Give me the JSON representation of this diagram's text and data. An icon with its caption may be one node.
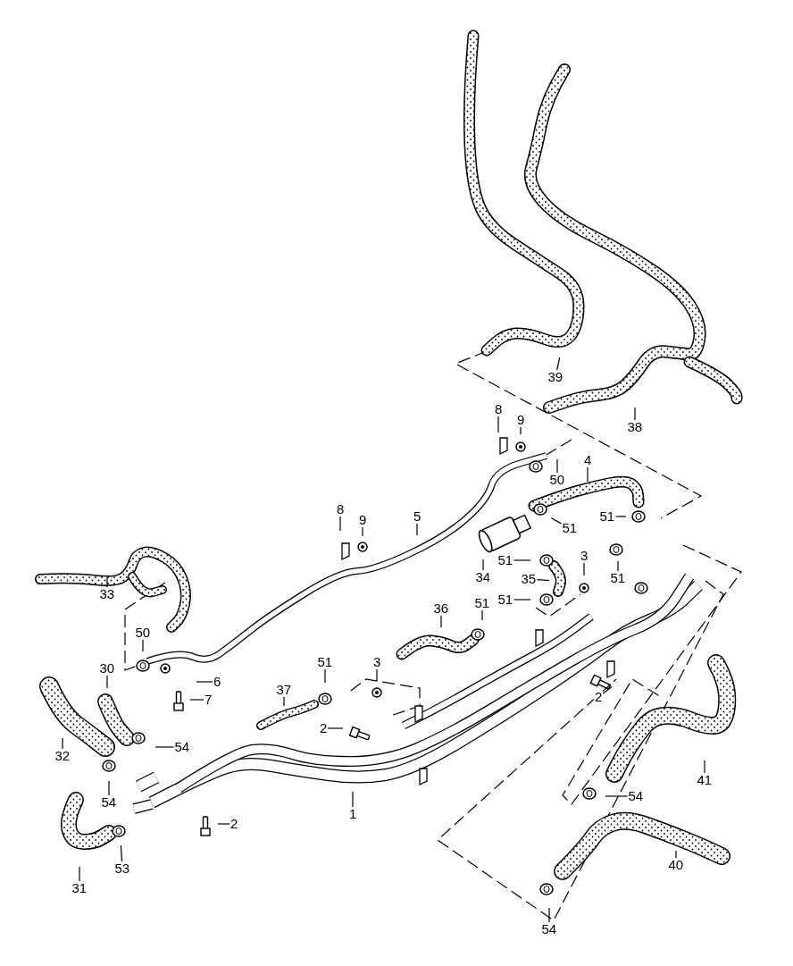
{
  "diagram": {
    "nodes": [
      {
        "text": [
          "39"
        ]
      },
      {
        "text": [
          "38"
        ]
      },
      {
        "text": [
          "8"
        ]
      },
      {
        "text": [
          "9"
        ]
      },
      {
        "text": [
          "50"
        ]
      },
      {
        "text": [
          "4"
        ]
      },
      {
        "text": [
          "51"
        ]
      },
      {
        "text": [
          "51"
        ]
      },
      {
        "text": [
          "8"
        ]
      },
      {
        "text": [
          "9"
        ]
      },
      {
        "text": [
          "5"
        ]
      },
      {
        "text": [
          "34"
        ]
      },
      {
        "text": [
          "51"
        ]
      },
      {
        "text": [
          "35"
        ]
      },
      {
        "text": [
          "3"
        ]
      },
      {
        "text": [
          "51"
        ]
      },
      {
        "text": [
          "51"
        ]
      },
      {
        "text": [
          "36"
        ]
      },
      {
        "text": [
          "51"
        ]
      },
      {
        "text": [
          "33"
        ]
      },
      {
        "text": [
          "50"
        ]
      },
      {
        "text": [
          "30"
        ]
      },
      {
        "text": [
          "6"
        ]
      },
      {
        "text": [
          "7"
        ]
      },
      {
        "text": [
          "37"
        ]
      },
      {
        "text": [
          "51"
        ]
      },
      {
        "text": [
          "3"
        ]
      },
      {
        "text": [
          "32"
        ]
      },
      {
        "text": [
          "54"
        ]
      },
      {
        "text": [
          "2"
        ]
      },
      {
        "text": [
          "2"
        ]
      },
      {
        "text": [
          "41"
        ]
      },
      {
        "text": [
          "54"
        ]
      },
      {
        "text": [
          "1"
        ]
      },
      {
        "text": [
          "2"
        ]
      },
      {
        "text": [
          "54"
        ]
      },
      {
        "text": [
          "53"
        ]
      },
      {
        "text": [
          "31"
        ]
      },
      {
        "text": [
          "40"
        ]
      },
      {
        "text": [
          "54"
        ]
      }
    ],
    "edges": [
      {
        "from": 0,
        "to": null,
        "arrow": "none"
      },
      {
        "from": 1,
        "to": null,
        "arrow": "none"
      },
      {
        "from": 2,
        "to": null,
        "arrow": "none"
      },
      {
        "from": 3,
        "to": null,
        "arrow": "none"
      },
      {
        "from": 4,
        "to": null,
        "arrow": "none"
      },
      {
        "from": 5,
        "to": null,
        "arrow": "none"
      },
      {
        "from": 6,
        "to": null,
        "arrow": "none"
      },
      {
        "from": 7,
        "to": null,
        "arrow": "none"
      },
      {
        "from": 8,
        "to": null,
        "arrow": "none"
      },
      {
        "from": 9,
        "to": null,
        "arrow": "none"
      },
      {
        "from": 10,
        "to": null,
        "arrow": "none"
      },
      {
        "from": 11,
        "to": null,
        "arrow": "none"
      },
      {
        "from": 12,
        "to": null,
        "arrow": "none"
      },
      {
        "from": 13,
        "to": null,
        "arrow": "none"
      },
      {
        "from": 14,
        "to": null,
        "arrow": "none"
      },
      {
        "from": 15,
        "to": null,
        "arrow": "none"
      },
      {
        "from": 16,
        "to": null,
        "arrow": "none"
      },
      {
        "from": 17,
        "to": null,
        "arrow": "none"
      },
      {
        "from": 18,
        "to": null,
        "arrow": "none"
      },
      {
        "from": 19,
        "to": null,
        "arrow": "none"
      },
      {
        "from": 20,
        "to": null,
        "arrow": "none"
      },
      {
        "from": 21,
        "to": null,
        "arrow": "none"
      },
      {
        "from": 22,
        "to": null,
        "arrow": "none"
      },
      {
        "from": 23,
        "to": null,
        "arrow": "none"
      },
      {
        "from": 24,
        "to": null,
        "arrow": "none"
      },
      {
        "from": 25,
        "to": null,
        "arrow": "none"
      },
      {
        "from": 26,
        "to": null,
        "arrow": "none"
      },
      {
        "from": 27,
        "to": null,
        "arrow": "none"
      },
      {
        "from": 28,
        "to": null,
        "arrow": "none"
      },
      {
        "from": 29,
        "to": null,
        "arrow": "none"
      },
      {
        "from": 30,
        "to": null,
        "arrow": "none"
      },
      {
        "from": 31,
        "to": null,
        "arrow": "none"
      },
      {
        "from": 32,
        "to": null,
        "arrow": "none"
      },
      {
        "from": 33,
        "to": null,
        "arrow": "none"
      },
      {
        "from": 34,
        "to": null,
        "arrow": "none"
      },
      {
        "from": 35,
        "to": null,
        "arrow": "none"
      },
      {
        "from": 36,
        "to": null,
        "arrow": "none"
      },
      {
        "from": 37,
        "to": null,
        "arrow": "none"
      },
      {
        "from": 38,
        "to": null,
        "arrow": "none"
      },
      {
        "from": 39,
        "to": null,
        "arrow": "none"
      }
    ]
  }
}
